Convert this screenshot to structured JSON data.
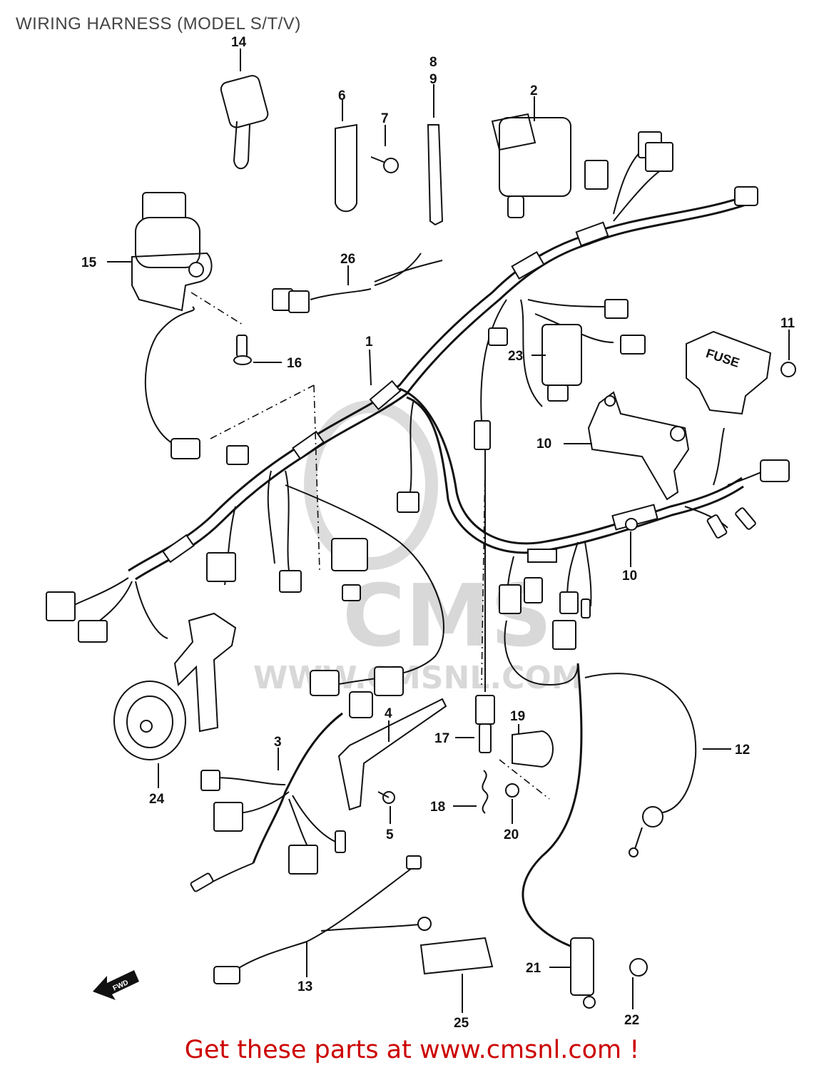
{
  "title": "WIRING HARNESS (MODEL S/T/V)",
  "footer": "Get these parts at www.cmsnl.com !",
  "watermark": {
    "brand": "CMS",
    "site": "WWW.CMSNL.COM",
    "color": "#d0d0d0"
  },
  "fwd_label": "FWD",
  "fuse_label": "FUSE",
  "callouts": {
    "c1": "1",
    "c2": "2",
    "c3": "3",
    "c4": "4",
    "c5": "5",
    "c6": "6",
    "c7": "7",
    "c8": "8",
    "c9": "9",
    "c10a": "10",
    "c10b": "10",
    "c11": "11",
    "c12": "12",
    "c13": "13",
    "c14": "14",
    "c15": "15",
    "c16": "16",
    "c17": "17",
    "c18": "18",
    "c19": "19",
    "c20": "20",
    "c21": "21",
    "c22": "22",
    "c23": "23",
    "c24": "24",
    "c25": "25",
    "c26": "26"
  }
}
